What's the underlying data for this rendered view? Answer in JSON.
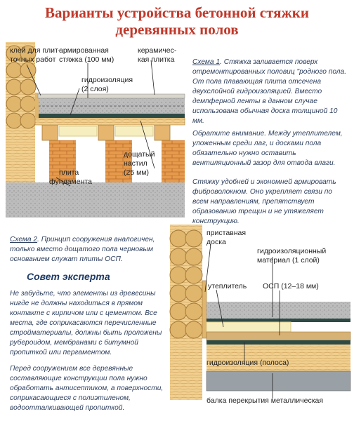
{
  "title": {
    "line1": "Варианты устройства бетонной стяжки",
    "line2": "деревянных полов"
  },
  "scheme1": {
    "label_glue": "клей для плит-",
    "label_glue2": "точных работ",
    "label_screed": "армированная",
    "label_screed2": "стяжка (100 мм)",
    "label_tile": "керамичес-",
    "label_tile2": "кая плитка",
    "label_waterproof": "гидроизоляция",
    "label_waterproof2": "(2 слоя)",
    "label_board": "дощатый",
    "label_board2": "настил",
    "label_board3": "(25 мм)",
    "label_slab": "плита",
    "label_slab2": "фундамента",
    "note_head": "Схема 1",
    "note1": ". Стяжка заливается поверх отремонтированных половиц \"родного пола. От пола плавающая плита отсечена двухслойной гидроизоляцией. Вместо демпферной ленты в данном случае использована обычная доска толщиной 10 мм.",
    "note2": "Обратите внимание. Между утеплителем, уложенным среди лаг, и досками пола обязательно нужно оставить вентиляционный зазор для отвода влаги.",
    "note3": "Стяжку удобней и экономней армировать фиброволокном. Оно укрепляет связи по всем направлениям, препятствует образованию трещин и не утяжеляет конструкцию."
  },
  "scheme2": {
    "note_head": "Схема 2",
    "note": ". Принцип сооружения аналогичен, только вместо дощатого пола черновым основанием служат плиты ОСП.",
    "label_board": "приставная",
    "label_board2": "доска",
    "label_waterproof": "гидроизоляционный",
    "label_waterproof2": "материал (1 слой)",
    "label_insul": "утеплитель",
    "label_osb": "ОСП (12–18 мм)",
    "label_strip": "гидроизоляция (полоса)",
    "label_beam": "балка перекрытия металлическая"
  },
  "expert": {
    "title": "Совет эксперта",
    "p1": "Не забудьте, что элементы из древесины нигде не должны находиться в прямом контакте с кирпичом или с цементом. Все места, где соприкасаются перечисленные стройматериалы, должны быть проложены рубероидом, мембранами с битумной пропиткой или пергаментом.",
    "p2": "Перед сооружением все деревянные составляющие конструкции пола нужно обработать антисептиком, а поверхности, соприкасающиеся с полиэтиленом, водоотталкивающей пропиткой."
  },
  "colors": {
    "title": "#c0392b",
    "text": "#2b3d5c",
    "brick": "#e59a4c",
    "wood": "#f1cf8e",
    "concrete": "#b9b9b9",
    "waterproof": "#2e4a45"
  }
}
